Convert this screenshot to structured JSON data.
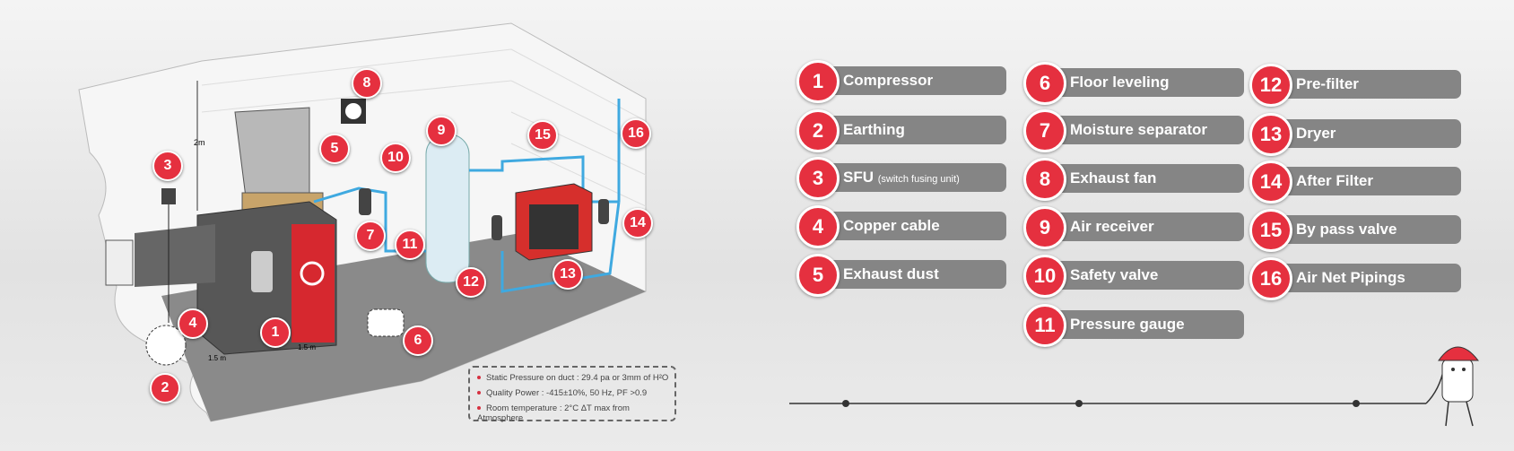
{
  "legend": [
    {
      "num": "1",
      "label": "Compressor"
    },
    {
      "num": "2",
      "label": "Earthing"
    },
    {
      "num": "3",
      "label": "SFU",
      "note": "(switch fusing unit)"
    },
    {
      "num": "4",
      "label": "Copper cable"
    },
    {
      "num": "5",
      "label": "Exhaust dust"
    },
    {
      "num": "6",
      "label": "Floor leveling"
    },
    {
      "num": "7",
      "label": "Moisture separator"
    },
    {
      "num": "8",
      "label": "Exhaust fan"
    },
    {
      "num": "9",
      "label": "Air receiver"
    },
    {
      "num": "10",
      "label": "Safety valve"
    },
    {
      "num": "11",
      "label": "Pressure gauge"
    },
    {
      "num": "12",
      "label": "Pre-filter"
    },
    {
      "num": "13",
      "label": "Dryer"
    },
    {
      "num": "14",
      "label": "After Filter"
    },
    {
      "num": "15",
      "label": "By pass valve"
    },
    {
      "num": "16",
      "label": "Air Net Pipings"
    }
  ],
  "notes": [
    "Static Pressure on duct : 29.4 pa or 3mm of H²O",
    "Quality Power : -415±10%, 50 Hz, PF >0.9",
    "Room temperature : 2°C ΔT max from Atmosphere"
  ],
  "dimensions": {
    "height": "2m",
    "clearance_a": "1.5 m",
    "clearance_b": "1.5 m"
  },
  "colors": {
    "accent": "#e5303f",
    "bar": "#858585"
  }
}
